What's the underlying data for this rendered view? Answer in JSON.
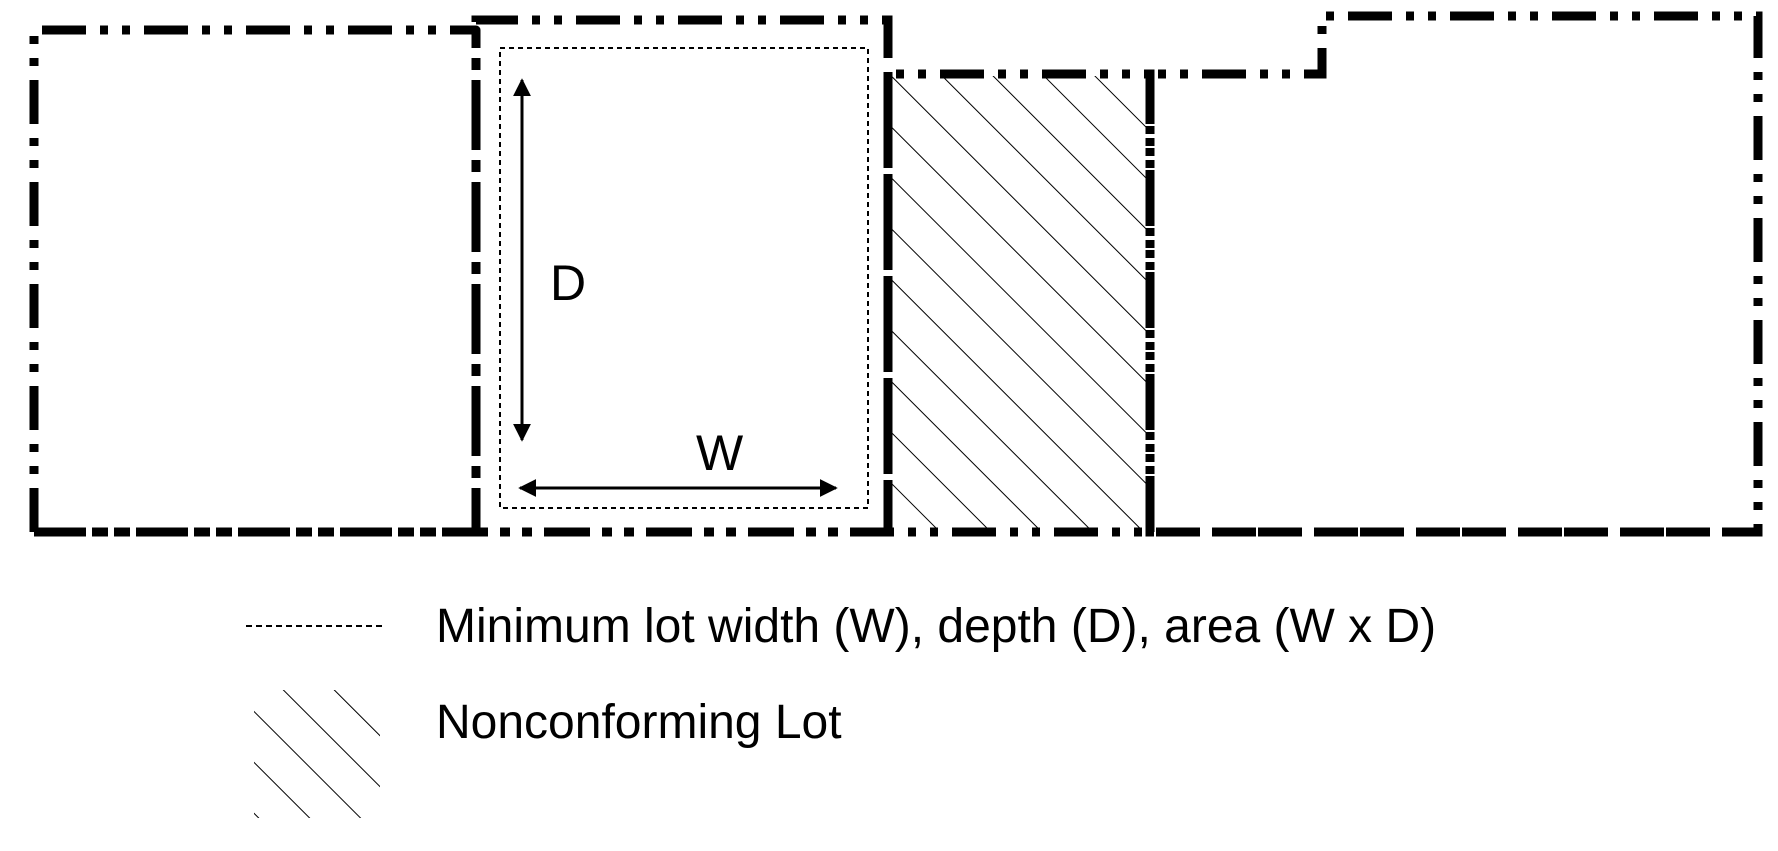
{
  "diagram": {
    "dimension_labels": {
      "depth": "D",
      "width": "W"
    },
    "legend": [
      {
        "key": "dotted-line",
        "label": "Minimum lot width (W), depth (D), area (W x D)"
      },
      {
        "key": "hatch",
        "label": "Nonconforming Lot"
      }
    ],
    "colors": {
      "line": "#000000",
      "background": "#ffffff"
    }
  }
}
